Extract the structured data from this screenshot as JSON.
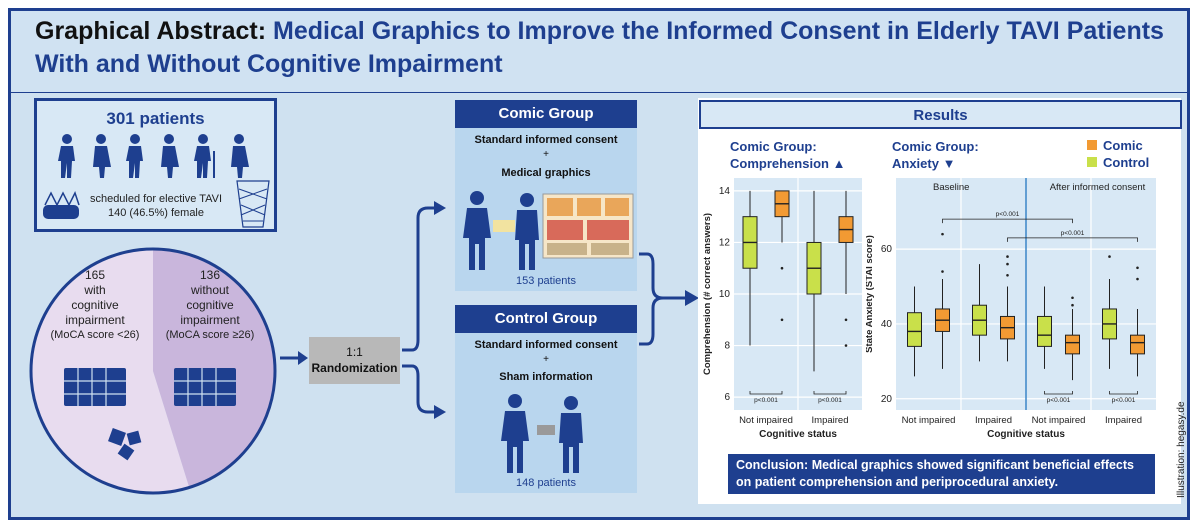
{
  "header": {
    "lead": "Graphical Abstract:",
    "title": "Medical Graphics to Improve the Informed Consent in Elderly TAVI Patients With and Without Cognitive Impairment"
  },
  "patients": {
    "count": "301 patients",
    "line1": "scheduled for elective TAVI",
    "line2": "140 (46.5%) female"
  },
  "pie": {
    "left_lines": [
      "165",
      "with",
      "cognitive",
      "impairment",
      "(MoCA score <26)"
    ],
    "right_lines": [
      "136",
      "without",
      "cognitive",
      "impairment",
      "(MoCA score ≥26)"
    ],
    "share_impaired": 0.548,
    "color_left": "#e8dcef",
    "color_right": "#c9b6dc"
  },
  "randomization": {
    "line1": "1:1",
    "line2": "Randomization"
  },
  "comic_group": {
    "title": "Comic Group",
    "line1": "Standard informed consent",
    "plus": "+",
    "line2": "Medical graphics",
    "patients": "153 patients"
  },
  "control_group": {
    "title": "Control Group",
    "line1": "Standard informed consent",
    "plus": "+",
    "line2": "Sham information",
    "patients": "148 patients"
  },
  "results": {
    "title": "Results",
    "legend": [
      {
        "name": "Comic",
        "color": "#f29a33"
      },
      {
        "name": "Control",
        "color": "#c9e04a"
      }
    ],
    "conclusion": "Conclusion: Medical graphics showed significant beneficial effects on patient comprehension and periprocedural anxiety."
  },
  "credit": "Illustration: hegasy.de",
  "chart_data": [
    {
      "type": "box",
      "title_lines": [
        "Comic Group:",
        "Comprehension"
      ],
      "arrow": "up",
      "xlabel": "Cognitive status",
      "ylabel": "Comprehension (# correct answers)",
      "ylim": [
        5.5,
        14.5
      ],
      "yticks": [
        6,
        8,
        10,
        12,
        14
      ],
      "categories": [
        "Not impaired",
        "Impaired"
      ],
      "pvalues": [
        "p<0.001",
        "p<0.001"
      ],
      "series": [
        {
          "name": "Control",
          "boxes": [
            {
              "min": 8,
              "q1": 11,
              "median": 12,
              "q3": 13,
              "max": 14,
              "outliers": []
            },
            {
              "min": 7,
              "q1": 10,
              "median": 11,
              "q3": 12,
              "max": 14,
              "outliers": []
            }
          ]
        },
        {
          "name": "Comic",
          "boxes": [
            {
              "min": 12,
              "q1": 13,
              "median": 13.5,
              "q3": 14,
              "max": 14,
              "outliers": [
                11,
                9
              ]
            },
            {
              "min": 10,
              "q1": 12,
              "median": 12.5,
              "q3": 13,
              "max": 14,
              "outliers": [
                9,
                8
              ]
            }
          ]
        }
      ]
    },
    {
      "type": "box",
      "title_lines": [
        "Comic Group:",
        "Anxiety"
      ],
      "arrow": "down",
      "xlabel": "Cognitive status",
      "ylabel": "State Anxiety (STAI score)",
      "ylim": [
        17,
        79
      ],
      "yticks": [
        20,
        40,
        60
      ],
      "panels": [
        "Baseline",
        "After informed consent"
      ],
      "categories": [
        "Not impaired",
        "Impaired",
        "Not impaired",
        "Impaired"
      ],
      "pvalues": [
        "",
        "",
        "p<0.001",
        "p<0.001"
      ],
      "brackets": [
        "p<0.001",
        "p<0.001"
      ],
      "series": [
        {
          "name": "Control",
          "boxes": [
            {
              "min": 26,
              "q1": 34,
              "median": 38,
              "q3": 43,
              "max": 50,
              "outliers": []
            },
            {
              "min": 30,
              "q1": 37,
              "median": 41,
              "q3": 45,
              "max": 56,
              "outliers": []
            },
            {
              "min": 28,
              "q1": 34,
              "median": 37,
              "q3": 42,
              "max": 50,
              "outliers": []
            },
            {
              "min": 28,
              "q1": 36,
              "median": 40,
              "q3": 44,
              "max": 52,
              "outliers": [
                58
              ]
            }
          ]
        },
        {
          "name": "Comic",
          "boxes": [
            {
              "min": 28,
              "q1": 38,
              "median": 41,
              "q3": 44,
              "max": 52,
              "outliers": [
                54,
                64
              ]
            },
            {
              "min": 30,
              "q1": 36,
              "median": 39,
              "q3": 42,
              "max": 50,
              "outliers": [
                53,
                56,
                58
              ]
            },
            {
              "min": 25,
              "q1": 32,
              "median": 35,
              "q3": 37,
              "max": 44,
              "outliers": [
                45,
                47
              ]
            },
            {
              "min": 26,
              "q1": 32,
              "median": 35,
              "q3": 37,
              "max": 44,
              "outliers": [
                52,
                55
              ]
            }
          ]
        }
      ]
    }
  ]
}
